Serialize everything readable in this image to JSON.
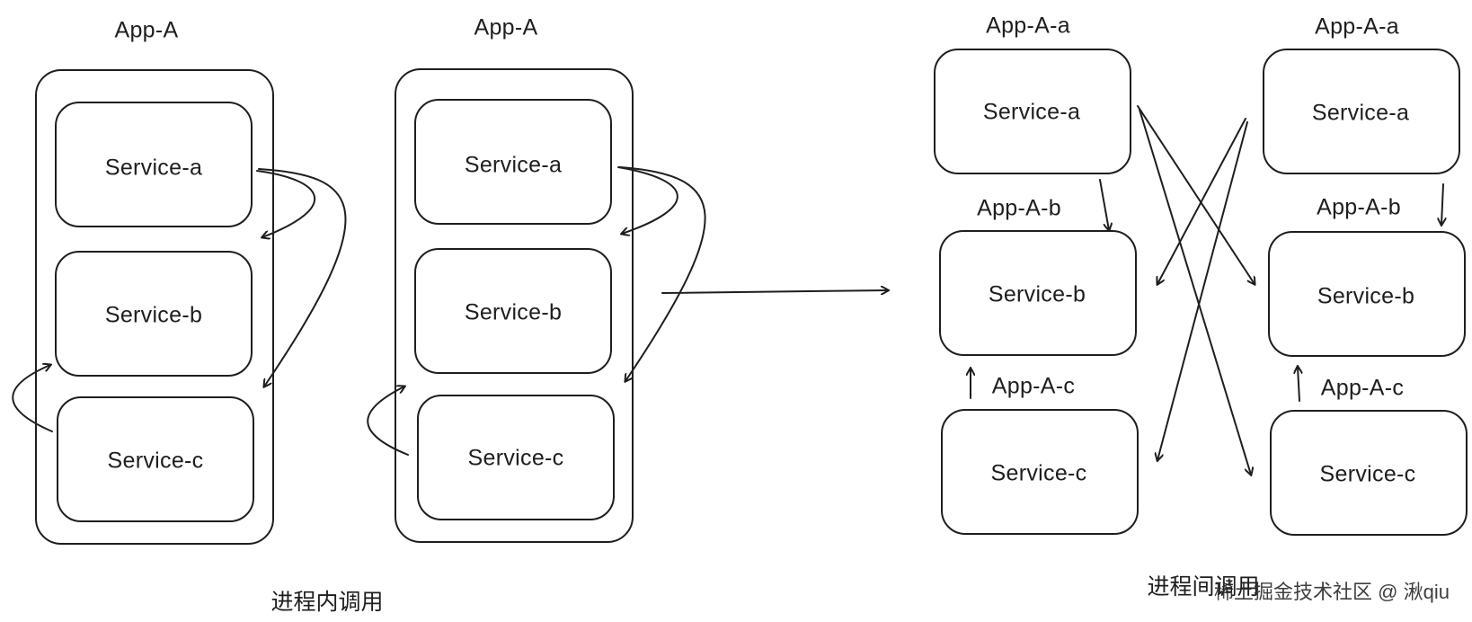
{
  "left_group": {
    "app_label": "App-A",
    "services": [
      "Service-a",
      "Service-b",
      "Service-c"
    ]
  },
  "middle_group": {
    "app_label": "App-A",
    "services": [
      "Service-a",
      "Service-b",
      "Service-c"
    ]
  },
  "right_group_1": {
    "apps": [
      {
        "app_label": "App-A-a",
        "service": "Service-a"
      },
      {
        "app_label": "App-A-b",
        "service": "Service-b"
      },
      {
        "app_label": "App-A-c",
        "service": "Service-c"
      }
    ]
  },
  "right_group_2": {
    "apps": [
      {
        "app_label": "App-A-a",
        "service": "Service-a"
      },
      {
        "app_label": "App-A-b",
        "service": "Service-b"
      },
      {
        "app_label": "App-A-c",
        "service": "Service-c"
      }
    ]
  },
  "captions": {
    "in_process": "进程内调用",
    "inter_process": "进程间调用"
  },
  "watermark": "稀土掘金技术社区 @ 湫qiu",
  "colors": {
    "stroke": "#1e1e1e",
    "background": "#ffffff"
  }
}
